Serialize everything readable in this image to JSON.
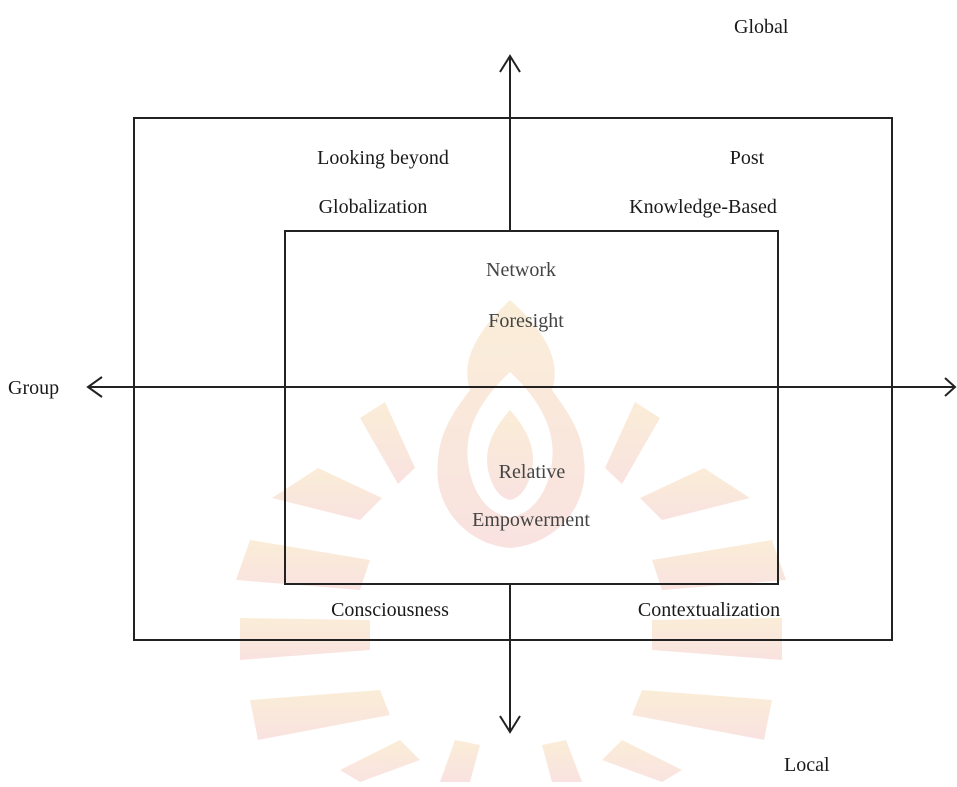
{
  "axes": {
    "top": "Global",
    "bottom": "Local",
    "left": "Group",
    "right": ""
  },
  "outer_quadrants": {
    "top_left": [
      "Looking beyond",
      "Globalization"
    ],
    "top_right": [
      "Post",
      "Knowledge-Based"
    ],
    "bottom_left": "Consciousness",
    "bottom_right": "Contextualization"
  },
  "inner_box": {
    "top": [
      "Network",
      "Foresight"
    ],
    "bottom": [
      "Relative",
      "Empowerment"
    ]
  },
  "watermark": {
    "description": "university seal emblem",
    "color": "#f2c8c0"
  }
}
